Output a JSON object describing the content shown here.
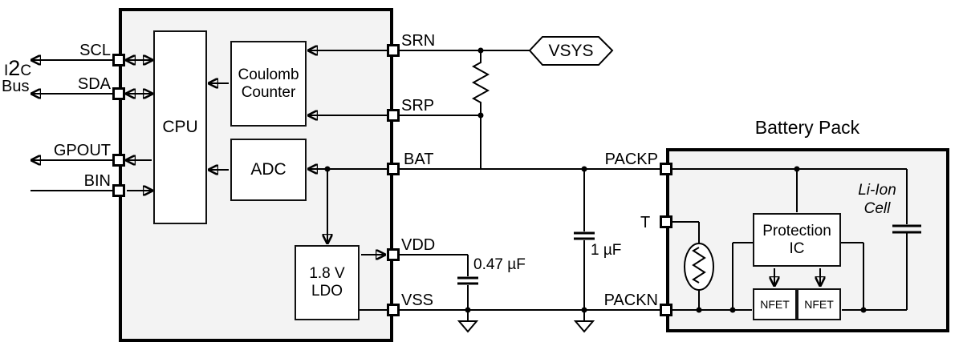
{
  "i2c_bus": {
    "i": "I",
    "two": "2",
    "c": "C",
    "bus": "Bus"
  },
  "ic": {
    "pins": {
      "scl": "SCL",
      "sda": "SDA",
      "gpout": "GPOUT",
      "bin": "BIN",
      "srn": "SRN",
      "srp": "SRP",
      "bat": "BAT",
      "vdd": "VDD",
      "vss": "VSS"
    },
    "blocks": {
      "cpu": "CPU",
      "coulomb_counter": "Coulomb\nCounter",
      "adc": "ADC",
      "ldo": "1.8 V\nLDO"
    }
  },
  "nets": {
    "vsys": "VSYS"
  },
  "components": {
    "vdd_cap": "0.47 µF",
    "bat_cap": "1 µF"
  },
  "battery_pack": {
    "title": "Battery Pack",
    "pins": {
      "packp": "PACKP",
      "t": "T",
      "packn": "PACKN"
    },
    "blocks": {
      "protection_ic": "Protection\nIC",
      "nfet_left": "NFET",
      "nfet_right": "NFET"
    },
    "cell": "Li-Ion\nCell"
  },
  "colors": {
    "region_fill": "#f3f3f3",
    "block_fill": "#ffffff",
    "stroke": "#000000",
    "background": "#ffffff"
  }
}
